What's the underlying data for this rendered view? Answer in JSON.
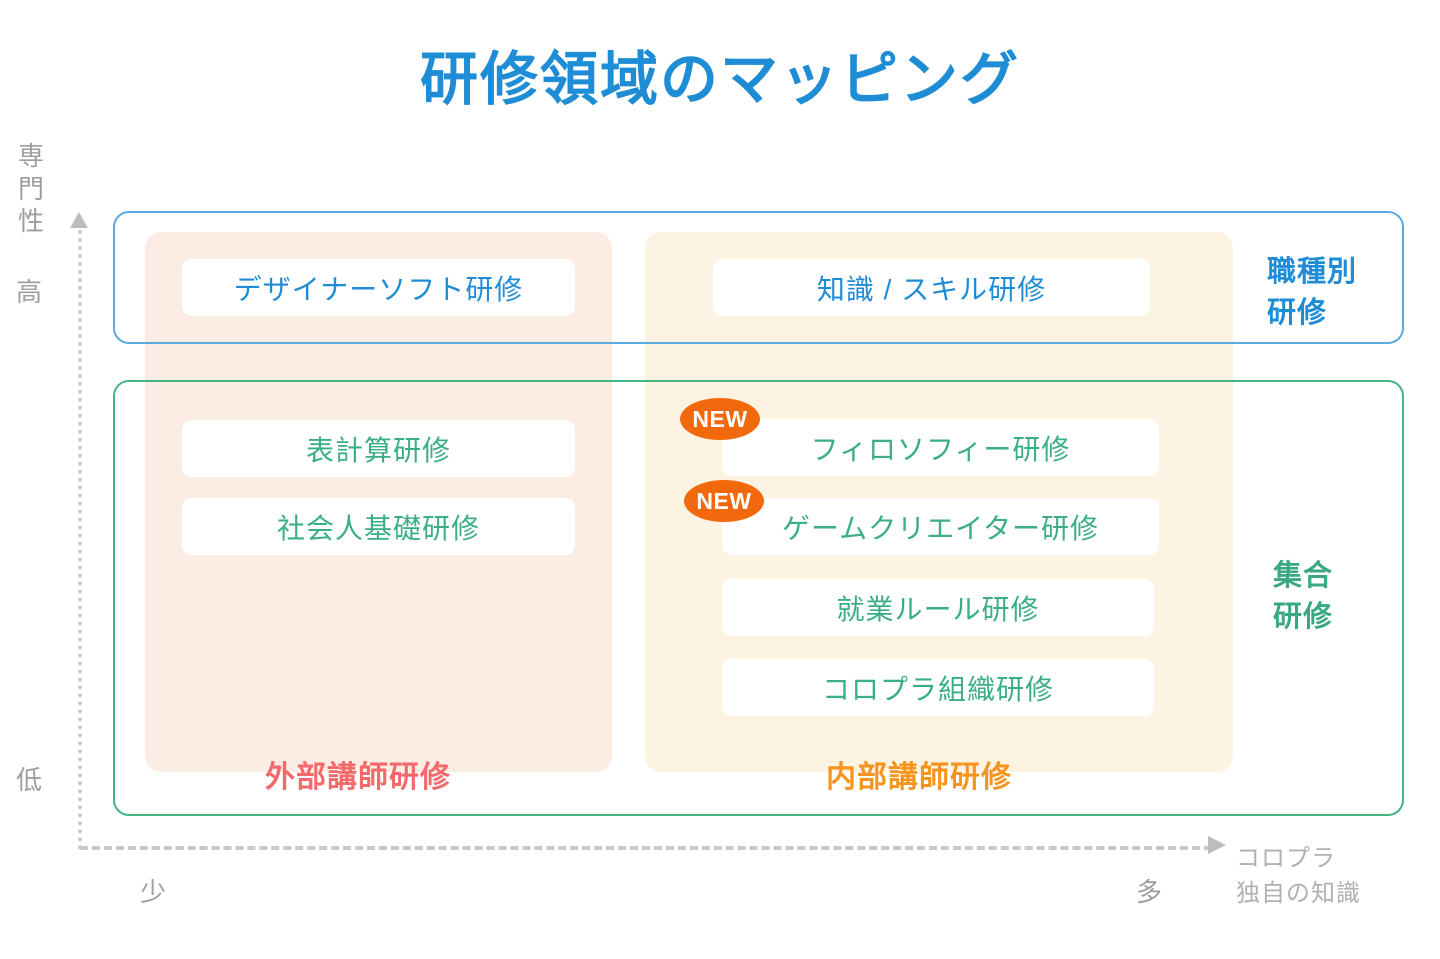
{
  "title": "研修領域のマッピング",
  "axes": {
    "y_label": "専門性",
    "y_high": "高",
    "y_low": "低",
    "x_low": "少",
    "x_high": "多",
    "x_caption": "コロプラ\n独自の知識",
    "x_caption_line1": "コロプラ",
    "x_caption_line2": "独自の知識"
  },
  "columns": [
    {
      "id": "external",
      "caption": "外部講師研修",
      "color": "#F4696B",
      "bg": "#FCEDE4"
    },
    {
      "id": "internal",
      "caption": "内部講師研修",
      "color": "#F7941D",
      "bg": "#FDF3E2"
    }
  ],
  "rows": [
    {
      "id": "by-job-type",
      "label_line1": "職種別",
      "label_line2": "研修",
      "color": "#1F8DD6"
    },
    {
      "id": "group",
      "label_line1": "集合",
      "label_line2": "研修",
      "color": "#3AA981"
    }
  ],
  "items": {
    "top_left": [
      {
        "label": "デザイナーソフト研修",
        "is_new": false
      }
    ],
    "top_right": [
      {
        "label": "知識 / スキル研修",
        "is_new": false
      }
    ],
    "bottom_left": [
      {
        "label": "表計算研修",
        "is_new": false
      },
      {
        "label": "社会人基礎研修",
        "is_new": false
      }
    ],
    "bottom_right": [
      {
        "label": "フィロソフィー研修",
        "is_new": true
      },
      {
        "label": "ゲームクリエイター研修",
        "is_new": true
      },
      {
        "label": "就業ルール研修",
        "is_new": false
      },
      {
        "label": "コロプラ組織研修",
        "is_new": false
      }
    ]
  },
  "badges": {
    "new_label": "NEW",
    "new_color": "#F2690D"
  },
  "colors": {
    "title": "#1F8DD6",
    "box_top_border": "#5BA9DE",
    "box_bottom_border": "#43B581",
    "item_blue": "#1F8DD6",
    "item_green": "#3AAE84",
    "axis_gray": "#9E9E9E"
  }
}
